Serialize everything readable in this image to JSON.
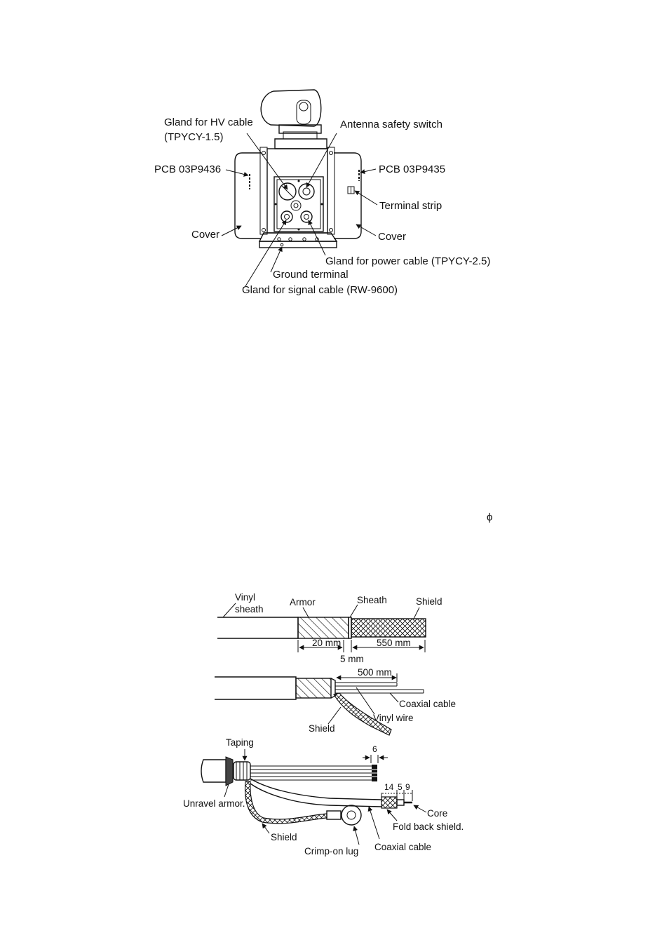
{
  "figure1": {
    "gland_hv_line1": "Gland for HV cable",
    "gland_hv_line2": "(TPYCY-1.5)",
    "antenna_switch": "Antenna safety switch",
    "pcb_left": "PCB  03P9436",
    "pcb_right": "PCB 03P9435",
    "terminal_strip": "Terminal strip",
    "cover_left": "Cover",
    "cover_right": "Cover",
    "gland_power": "Gland for power cable (TPYCY-2.5)",
    "ground_terminal": "Ground terminal",
    "gland_signal": "Gland for signal cable (RW-9600)"
  },
  "phi_symbol": "ϕ",
  "figure2": {
    "vinyl_line1": "Vinyl",
    "vinyl_line2": "sheath",
    "armor": "Armor",
    "sheath": "Sheath",
    "shield": "Shield",
    "dim_20": "20 mm",
    "dim_550": "550 mm",
    "dim_5": "5 mm",
    "dim_500": "500 mm",
    "coaxial_cable": "Coaxial cable",
    "vinyl_wire": "Vinyl wire",
    "shield_2": "Shield"
  },
  "figure3": {
    "taping": "Taping",
    "dim_6": "6",
    "dim_14": "14",
    "dim_5": "5",
    "dim_9": "9",
    "unravel_armor": "Unravel armor.",
    "core": "Core",
    "fold_back_shield": "Fold back shield.",
    "shield": "Shield",
    "crimp_on_lug": "Crimp-on lug",
    "coaxial_cable": "Coaxial cable"
  }
}
